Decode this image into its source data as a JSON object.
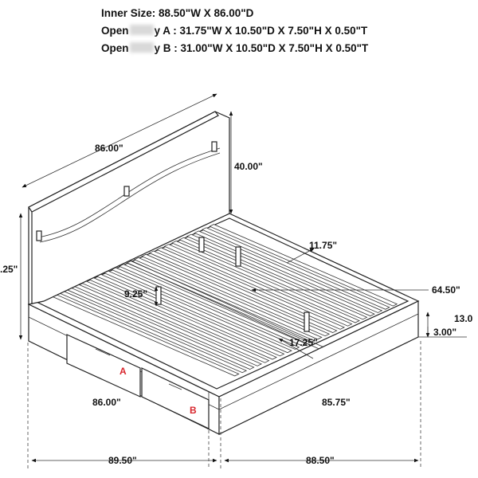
{
  "specs": {
    "inner_size": "Inner Size: 88.50\"W X 86.00\"D",
    "drawer_a_prefix": "Open",
    "drawer_a_suffix": "y A : 31.75\"W X 10.50\"D X 7.50\"H X 0.50\"T",
    "drawer_b_prefix": "Open",
    "drawer_b_suffix": "y B : 31.00\"W X 10.50\"D X 7.50\"H X 0.50\"T"
  },
  "dimensions": {
    "headboard_width": "86.00\"",
    "headboard_height": "40.00\"",
    "left_height": ".25\"",
    "side_rail": "11.75\"",
    "slat_gap": "9.25\"",
    "inner_length": "64.50\"",
    "right_height": "13.0",
    "clearance": "3.00\"",
    "drawer_depth": "17.25\"",
    "front_length": "86.00\"",
    "side_length": "85.75\"",
    "bottom_left": "89.50\"",
    "bottom_right": "88.50\""
  },
  "markers": {
    "a": "A",
    "b": "B"
  },
  "colors": {
    "marker": "#d8262d",
    "line": "#222222"
  }
}
